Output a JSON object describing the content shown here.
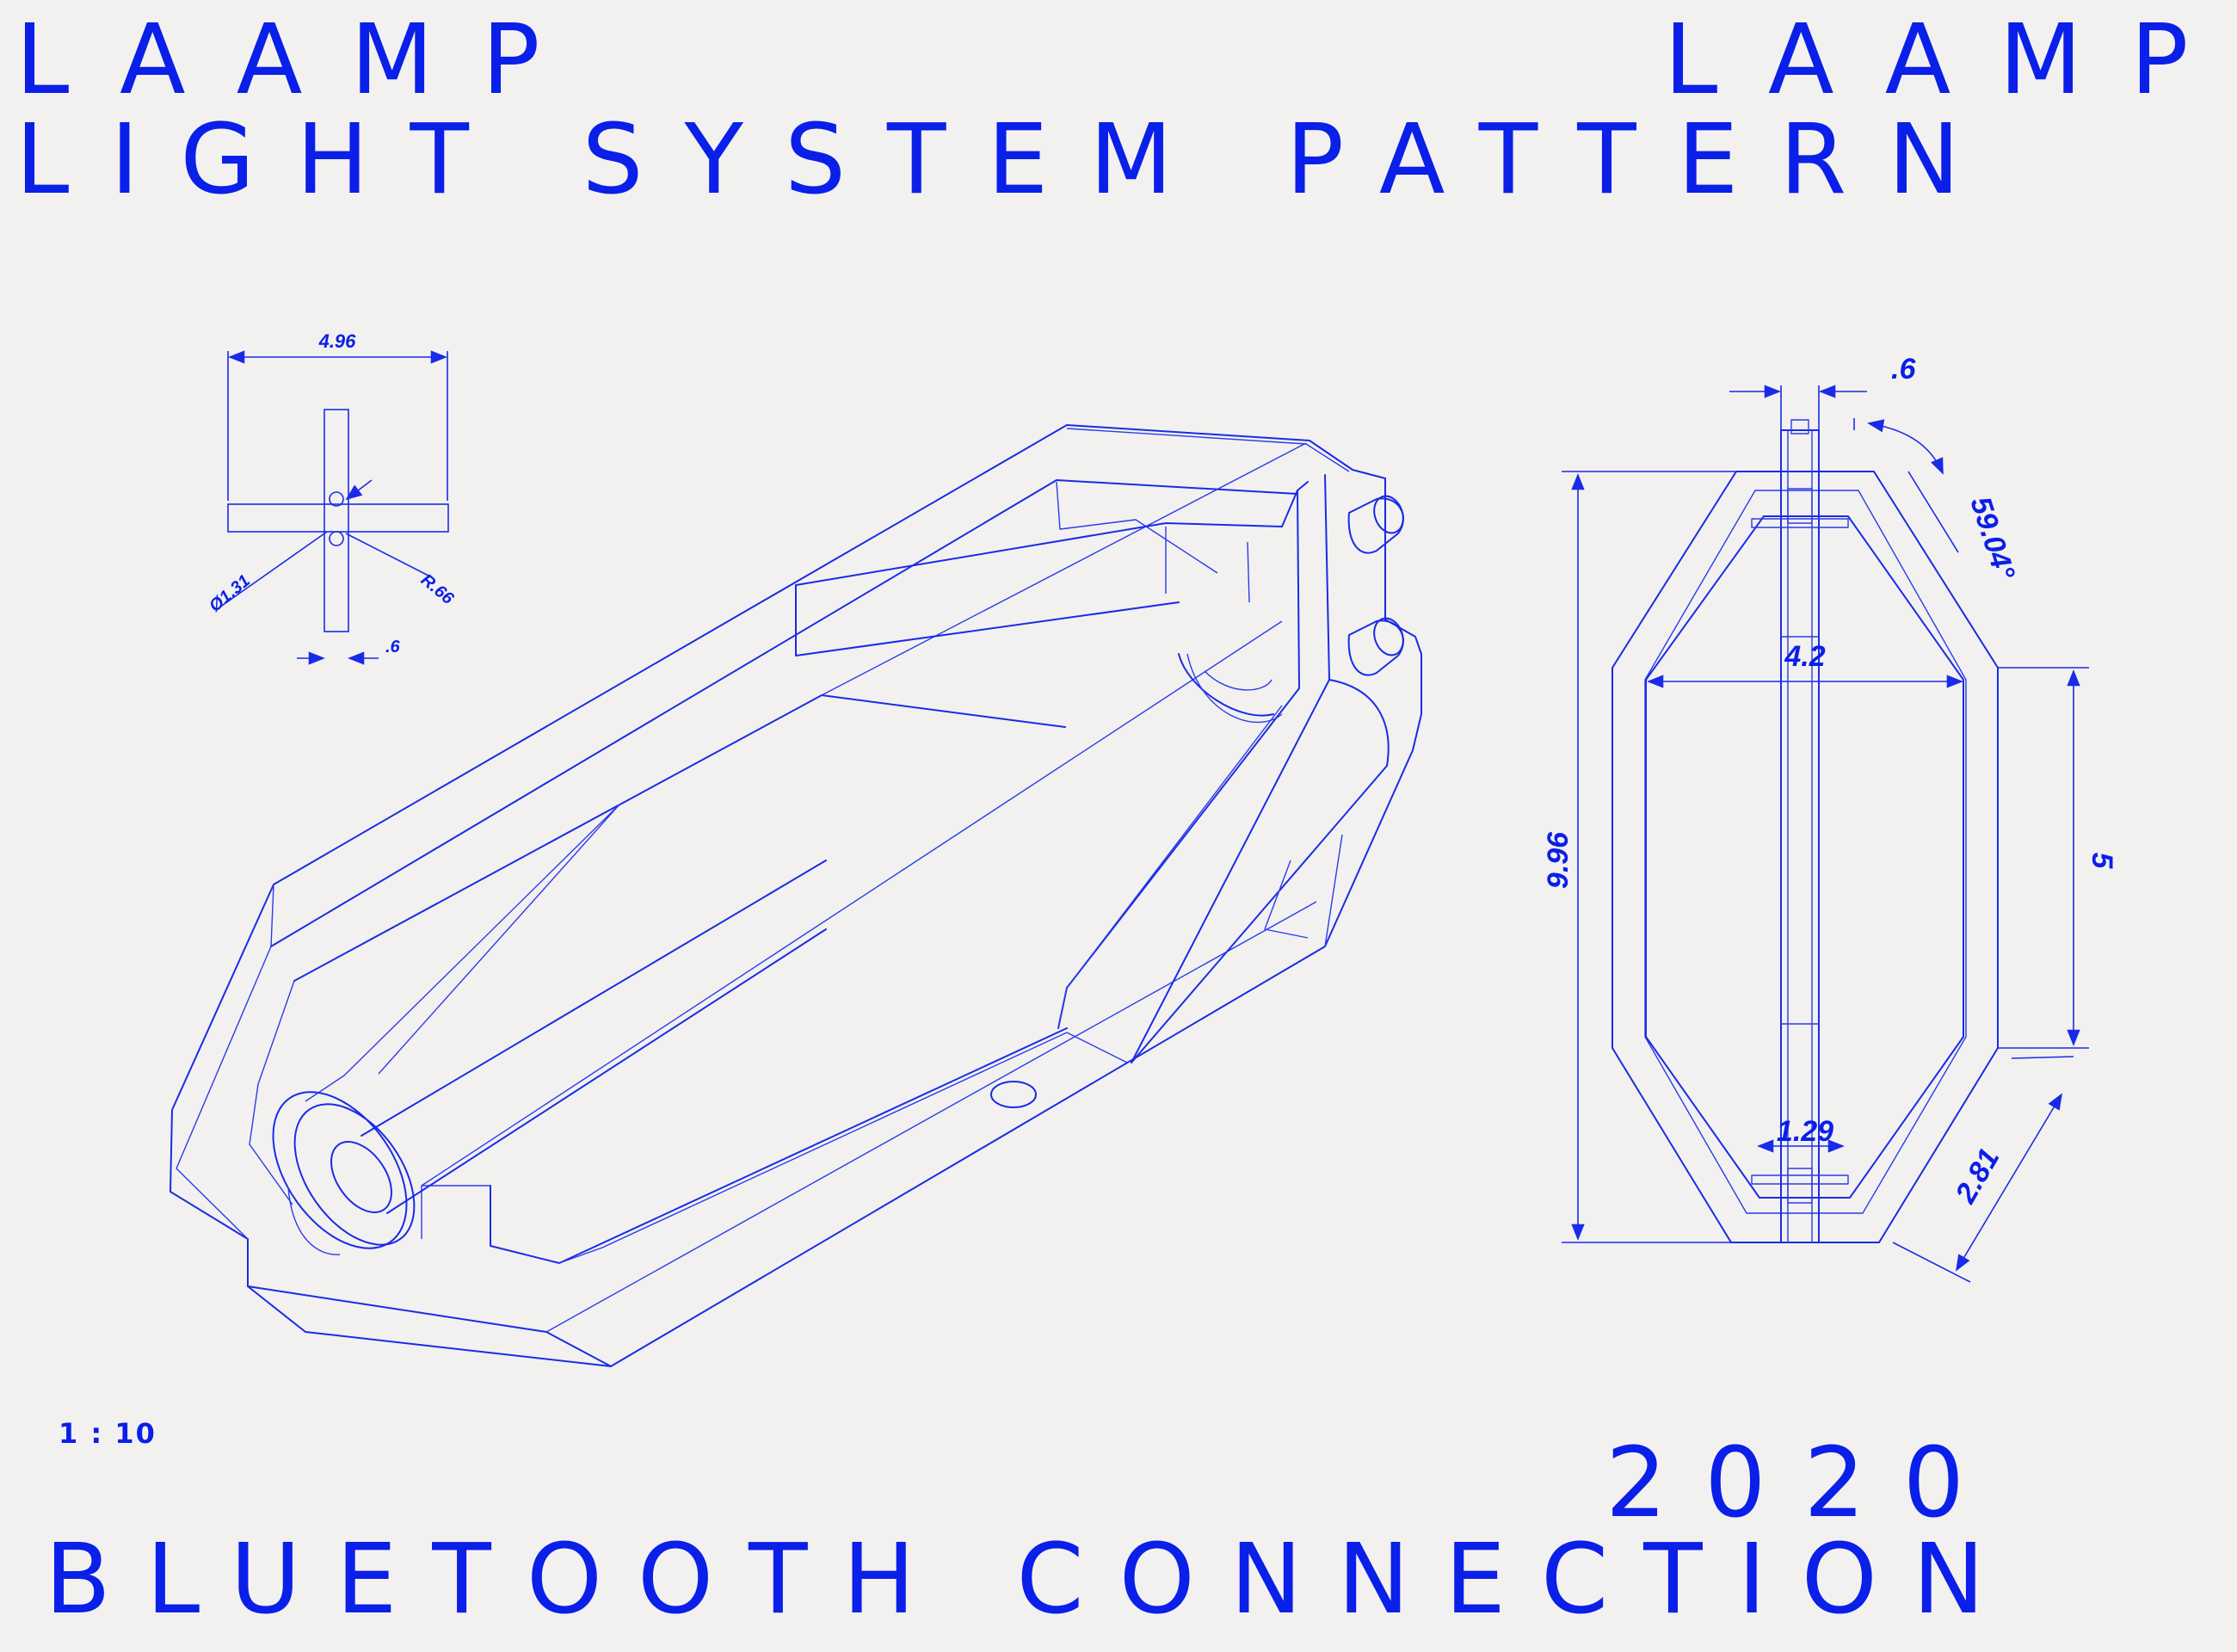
{
  "header": {
    "brand_left": "LAAMP",
    "brand_right": "LAAMP",
    "subtitle": "LIGHT SYSTEM PATTERN"
  },
  "footer": {
    "year": "2020",
    "tagline": "BLUETOOTH CONNECTION"
  },
  "scale": "1 : 10",
  "dimensions": {
    "detail_width": "4.96",
    "detail_diameter": "Ø1.31",
    "detail_radius": "R.66",
    "detail_small": ".6",
    "side_top": ".6",
    "side_angle": "59.04°",
    "side_height": "9.96",
    "side_width": "4.2",
    "side_mid": "5",
    "side_rod": "1.29",
    "side_chamfer": "2.81"
  },
  "colors": {
    "ink": "#0a1fe8",
    "paper": "#f2f1ef"
  }
}
